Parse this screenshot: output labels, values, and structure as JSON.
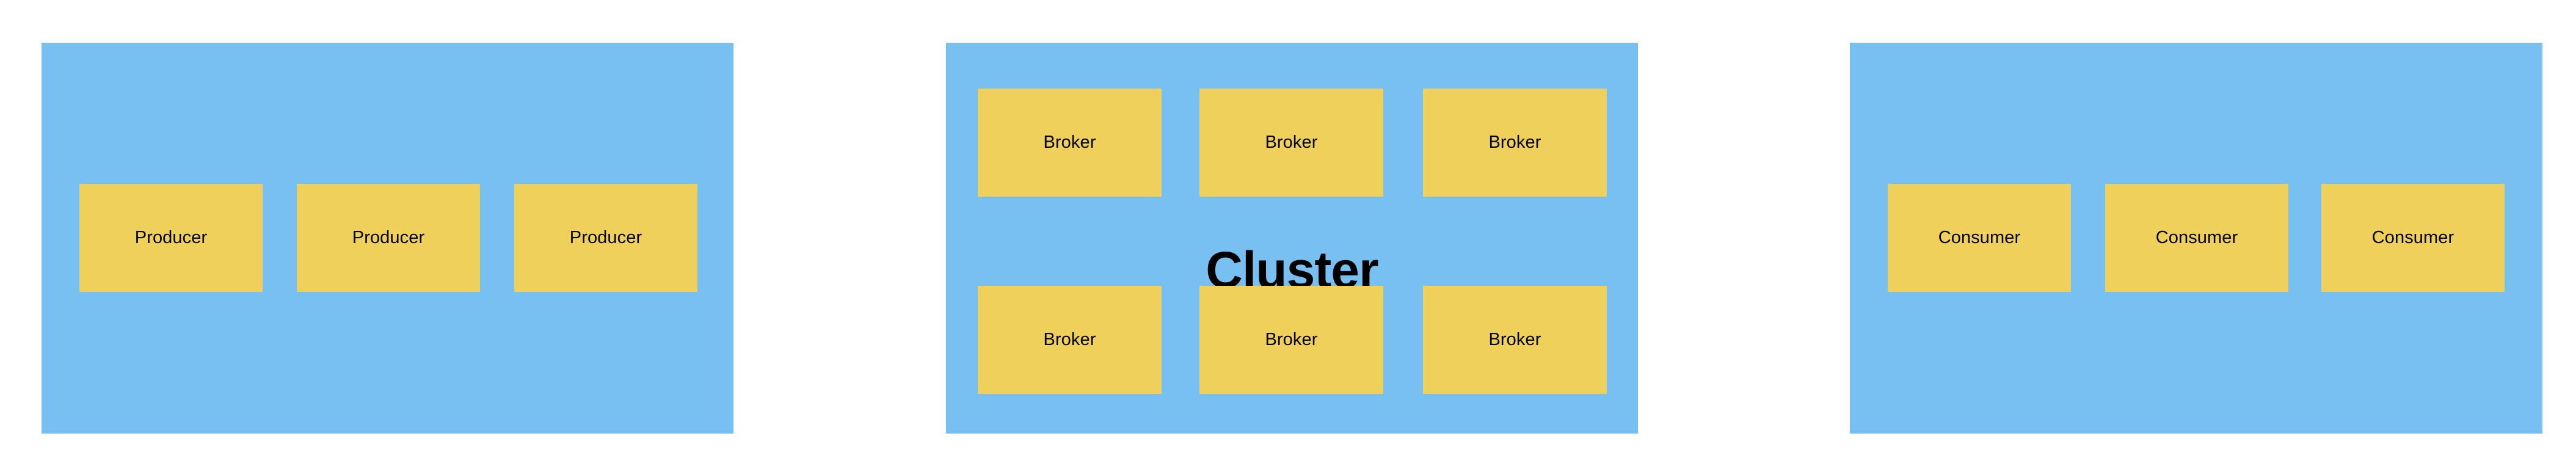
{
  "diagram": {
    "type": "architecture-block-diagram",
    "background_color": "#ffffff",
    "group_fill_color": "#78c0f2",
    "node_fill_color": "#efd05a",
    "text_color": "#000000",
    "groups": [
      {
        "id": "producers",
        "title": "",
        "nodes": [
          {
            "label": "Producer"
          },
          {
            "label": "Producer"
          },
          {
            "label": "Producer"
          }
        ]
      },
      {
        "id": "cluster",
        "title": "Cluster",
        "nodes": [
          {
            "label": "Broker"
          },
          {
            "label": "Broker"
          },
          {
            "label": "Broker"
          },
          {
            "label": "Broker"
          },
          {
            "label": "Broker"
          },
          {
            "label": "Broker"
          }
        ]
      },
      {
        "id": "consumers",
        "title": "",
        "nodes": [
          {
            "label": "Consumer"
          },
          {
            "label": "Consumer"
          },
          {
            "label": "Consumer"
          }
        ]
      }
    ]
  }
}
